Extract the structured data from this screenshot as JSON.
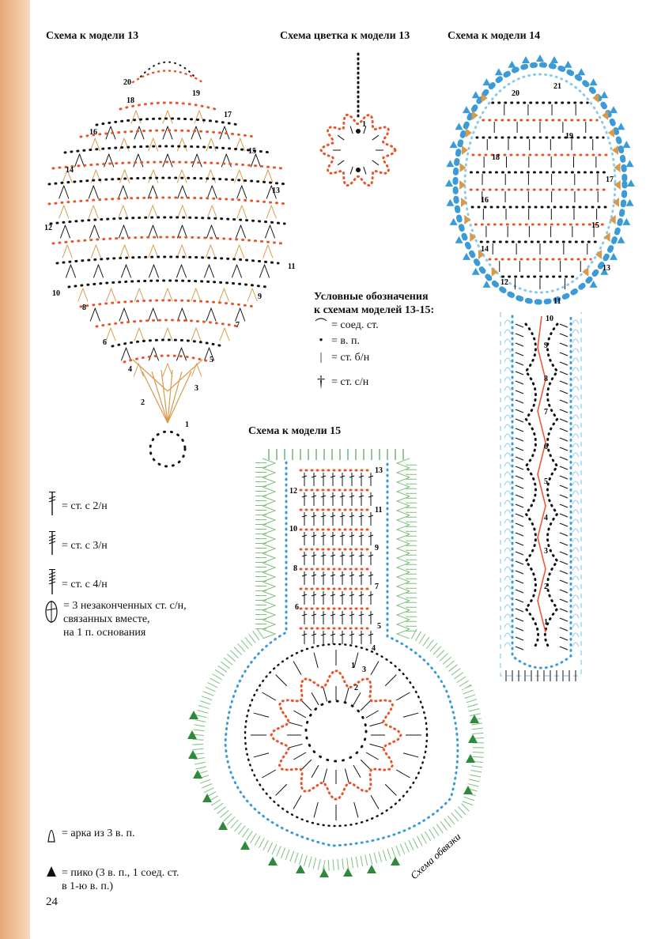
{
  "titles": {
    "model13": "Схема к модели 13",
    "flower13": "Схема цветка к модели 13",
    "model14": "Схема к модели 14",
    "model15": "Схема к модели 15"
  },
  "legend_main": {
    "heading1": "Условные обозначения",
    "heading2": "к схемам моделей 13-15:",
    "items": [
      {
        "sym": "⌒",
        "text": "= соед. ст."
      },
      {
        "sym": "•",
        "text": "= в. п."
      },
      {
        "sym": "|",
        "text": "= ст. б/н"
      },
      {
        "sym": "†",
        "text": "= ст. с/н"
      }
    ]
  },
  "legend_left": [
    {
      "text": "= ст. с 2/н"
    },
    {
      "text": "= ст. с 3/н"
    },
    {
      "text": "= ст. с 4/н"
    },
    {
      "text1": "= 3 незаконченных ст. с/н,",
      "text2": "связанных вместе,",
      "text3": "на 1 п. основания"
    }
  ],
  "legend_bottom": [
    {
      "text": "= арка из 3 в. п."
    },
    {
      "text1": "= пико (3 в. п., 1 соед. ст.",
      "text2": "в 1-ю в. п.)"
    }
  ],
  "edging_label": "Схема обвязки",
  "page_number": "24",
  "row_numbers_13": [
    "1",
    "2",
    "3",
    "4",
    "5",
    "6",
    "7",
    "8",
    "9",
    "10",
    "11",
    "12",
    "13",
    "14",
    "15",
    "16",
    "17",
    "18",
    "19",
    "20"
  ],
  "row_numbers_14": [
    "1",
    "2",
    "3",
    "4",
    "5",
    "6",
    "7",
    "8",
    "9",
    "10",
    "11",
    "12",
    "13",
    "14",
    "15",
    "16",
    "17",
    "18",
    "19",
    "20",
    "21"
  ],
  "row_numbers_15": [
    "1",
    "2",
    "3",
    "4",
    "5",
    "6",
    "7",
    "8",
    "9",
    "10",
    "11",
    "12",
    "13"
  ],
  "flower_row": "1",
  "colors": {
    "orange": "#e8552a",
    "black": "#111111",
    "blue": "#3a9bd8",
    "lightblue": "#8cc8e8",
    "green": "#2e8a3a",
    "lightgreen": "#7fbf7f",
    "tan": "#d89a4a"
  }
}
